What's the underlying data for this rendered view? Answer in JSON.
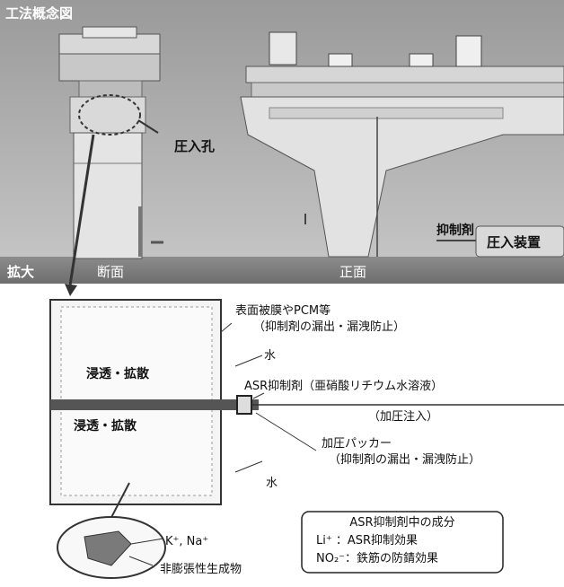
{
  "top": {
    "title": "工法概念図",
    "injection_hole": "圧入孔",
    "suppressant": "抑制剤",
    "device": "圧入装置",
    "expand": "拡大",
    "section": "断面",
    "front": "正面"
  },
  "detail": {
    "coating": "表面被膜やPCM等",
    "coating_note": "（抑制剤の漏出・漏洩防止）",
    "water_top": "水",
    "diffusion_top": "浸透・拡散",
    "asr_agent": "ASR抑制剤（亜硝酸リチウム水溶液）",
    "pressure_injection": "（加圧注入）",
    "diffusion_bottom": "浸透・拡散",
    "packer": "加圧パッカー",
    "packer_note": "（抑制剤の漏出・漏洩防止）",
    "water_bottom": "水"
  },
  "bubble": {
    "ions": "K⁺, Na⁺",
    "product": "非膨張性生成物"
  },
  "components": {
    "title": "ASR抑制剤中の成分",
    "li": "Li⁺ ：ASR抑制効果",
    "no2": "NO₂⁻：鉄筋の防錆効果"
  }
}
